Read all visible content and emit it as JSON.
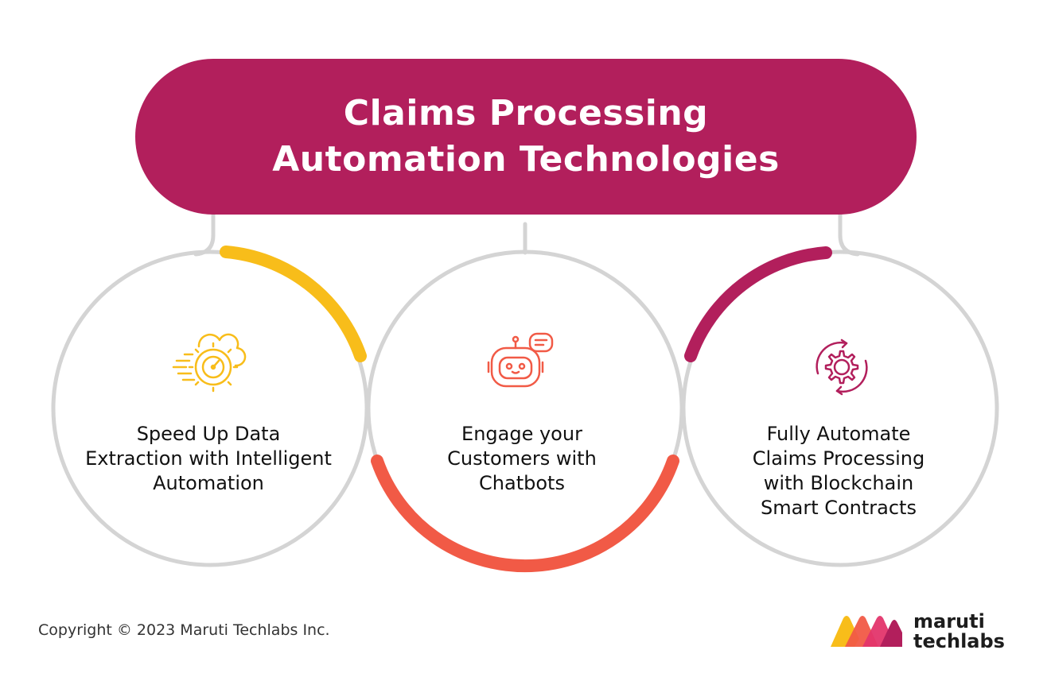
{
  "header": {
    "title_line1": "Claims Processing",
    "title_line2": "Automation Technologies",
    "background_color": "#b21f5c"
  },
  "cards": [
    {
      "label_lines": [
        "Speed Up Data",
        "Extraction with Intelligent",
        "Automation"
      ],
      "accent_color": "#f8bd1a",
      "icon": "speedometer-gear-cloud-icon"
    },
    {
      "label_lines": [
        "Engage your",
        "Customers with",
        "Chatbots"
      ],
      "accent_color": "#f15a46",
      "icon": "chatbot-robot-icon"
    },
    {
      "label_lines": [
        "Fully Automate",
        "Claims Processing",
        "with Blockchain",
        "Smart Contracts"
      ],
      "accent_color": "#b21f5c",
      "icon": "gear-cycle-icon"
    }
  ],
  "footer": {
    "copyright": "Copyright © 2023 Maruti Techlabs Inc."
  },
  "logo": {
    "line1": "maruti",
    "line2": "techlabs",
    "colors": [
      "#f8bd1a",
      "#f15a46",
      "#e3356b",
      "#b21f5c"
    ]
  }
}
